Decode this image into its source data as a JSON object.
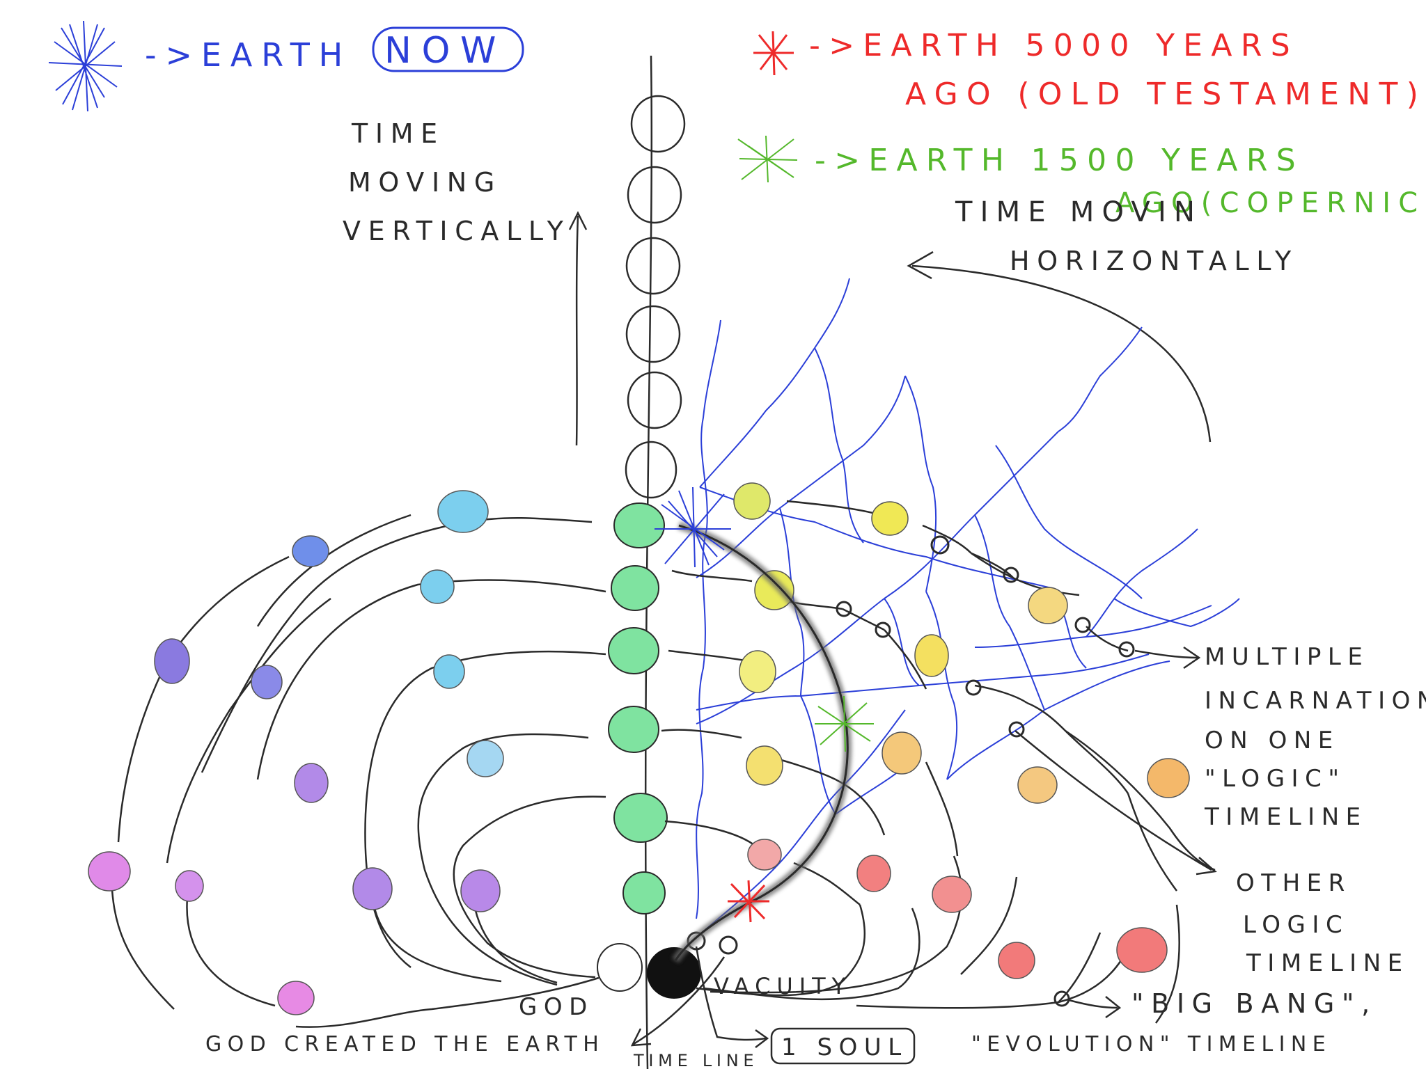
{
  "legend": {
    "now": {
      "symbol": "->EARTH",
      "boxed_word": "NOW",
      "color": "#2b3fd8"
    },
    "old_testament": {
      "line1": "->EARTH   5000   YEARS",
      "line2": "AGO (OLD   TESTAMENT)",
      "color": "#ee2a2a"
    },
    "copernicus": {
      "line1": "->EARTH   1500   YEARS",
      "line2": "AGO(COPERNICUS)",
      "color": "#54b82b"
    }
  },
  "labels": {
    "time_vertical": [
      "TIME",
      "MOVING",
      "VERTICALLY"
    ],
    "time_horizontal": [
      "TIME   MOVIN",
      "HORIZONTALLY"
    ],
    "multiple_incarnations": [
      "MULTIPLE",
      "INCARNATIONS",
      "ON   ONE",
      "\"LOGIC\"",
      "TIMELINE"
    ],
    "other_logic": [
      "OTHER",
      "LOGIC",
      "TIMELINE"
    ],
    "big_bang": [
      "\"BIG   BANG\",",
      "\"EVOLUTION\"   TIMELINE"
    ],
    "god": "GOD",
    "vacuity": "VACUITY",
    "god_created": "GOD   CREATED   THE   EARTH",
    "timeline": "TIME LINE",
    "one_soul": "1 SOUL"
  },
  "colors": {
    "ink": "#2a2a2a",
    "blue": "#2b3fd8",
    "red": "#ee2a2a",
    "green": "#54b82b",
    "mint": "#7fe3a0",
    "yellow": "#e9ea5a",
    "orange": "#f4b86a",
    "cyan": "#7ccfee",
    "purple": "#a58de6",
    "violet": "#b889e8",
    "pink": "#e78ae4"
  }
}
